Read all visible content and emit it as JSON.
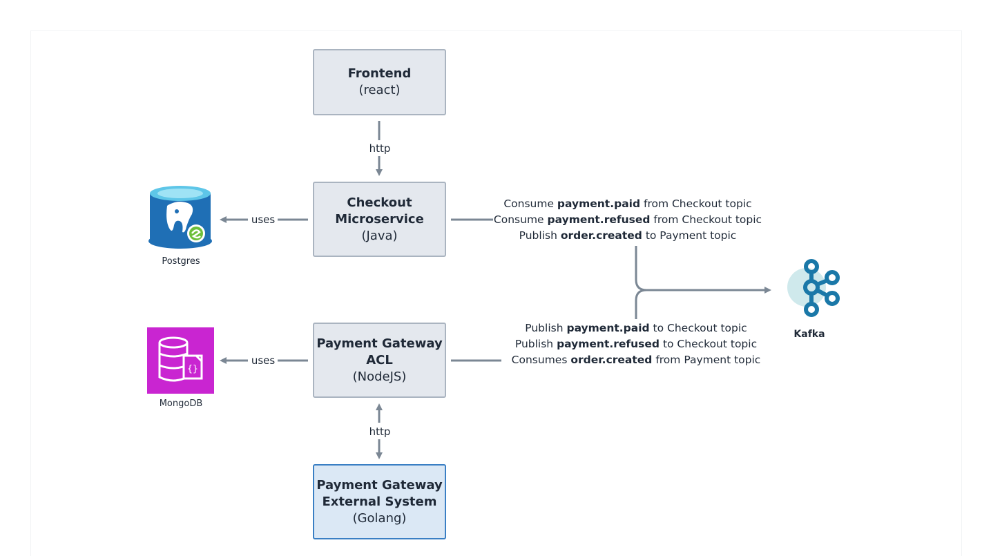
{
  "nodes": {
    "frontend": {
      "title": "Frontend",
      "subtitle": "(react)"
    },
    "checkout": {
      "title_line1": "Checkout",
      "title_line2": "Microservice",
      "subtitle": "(Java)"
    },
    "acl": {
      "title_line1": "Payment Gateway",
      "title_line2": "ACL",
      "subtitle": "(NodeJS)"
    },
    "external": {
      "title_line1": "Payment Gateway",
      "title_line2": "External System",
      "subtitle": "(Golang)"
    }
  },
  "edges": {
    "frontend_checkout": "http",
    "acl_external": "http",
    "checkout_postgres": "uses",
    "acl_mongo": "uses"
  },
  "icons": {
    "postgres": {
      "label": "Postgres",
      "icon": "postgres-database-icon"
    },
    "mongodb": {
      "label": "MongoDB",
      "icon": "mongodb-document-db-icon"
    },
    "kafka": {
      "label": "Kafka",
      "icon": "kafka-icon"
    }
  },
  "checkout_messages": [
    {
      "pre": "Consume ",
      "topic": "payment.paid",
      "post": " from Checkout topic"
    },
    {
      "pre": "Consume ",
      "topic": "payment.refused",
      "post": " from Checkout topic"
    },
    {
      "pre": "Publish ",
      "topic": "order.created",
      "post": " to Payment topic"
    }
  ],
  "acl_messages": [
    {
      "pre": "Publish ",
      "topic": "payment.paid",
      "post": " to Checkout topic"
    },
    {
      "pre": "Publish ",
      "topic": "payment.refused",
      "post": " to Checkout topic"
    },
    {
      "pre": "Consumes ",
      "topic": "order.created",
      "post": " from Payment topic"
    }
  ],
  "colors": {
    "node_fill": "#e4e8ee",
    "node_border": "#aab4c0",
    "external_fill": "#dbe8f5",
    "external_border": "#3a7fc4",
    "connector": "#7b8794",
    "kafka": "#1a78a8",
    "kafka_bg": "#cfe9ec",
    "mongodb": "#c925d1",
    "postgres": "#1f6fb5"
  }
}
